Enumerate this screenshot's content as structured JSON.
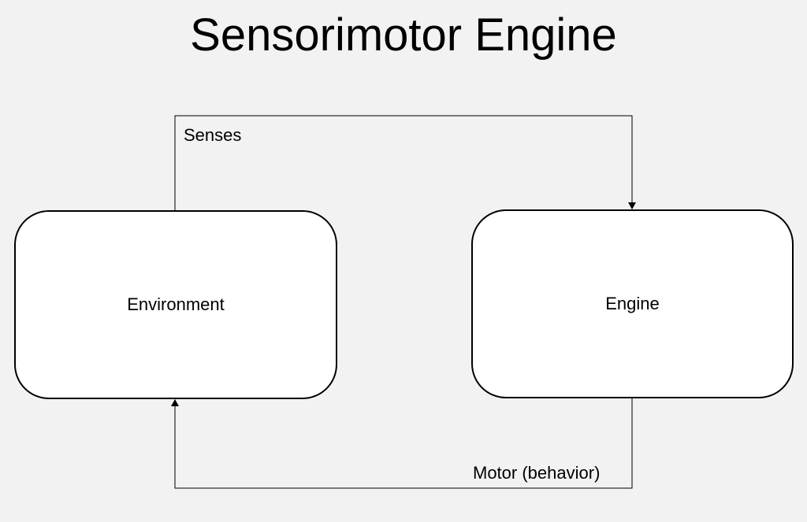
{
  "title": "Sensorimotor Engine",
  "nodes": {
    "environment": {
      "label": "Environment"
    },
    "engine": {
      "label": "Engine"
    }
  },
  "edges": {
    "senses": {
      "label": "Senses",
      "from": "Environment",
      "to": "Engine"
    },
    "motor": {
      "label": "Motor (behavior)",
      "from": "Engine",
      "to": "Environment"
    }
  },
  "colors": {
    "background": "#f2f2f2",
    "box_fill": "#ffffff",
    "stroke": "#000000"
  }
}
